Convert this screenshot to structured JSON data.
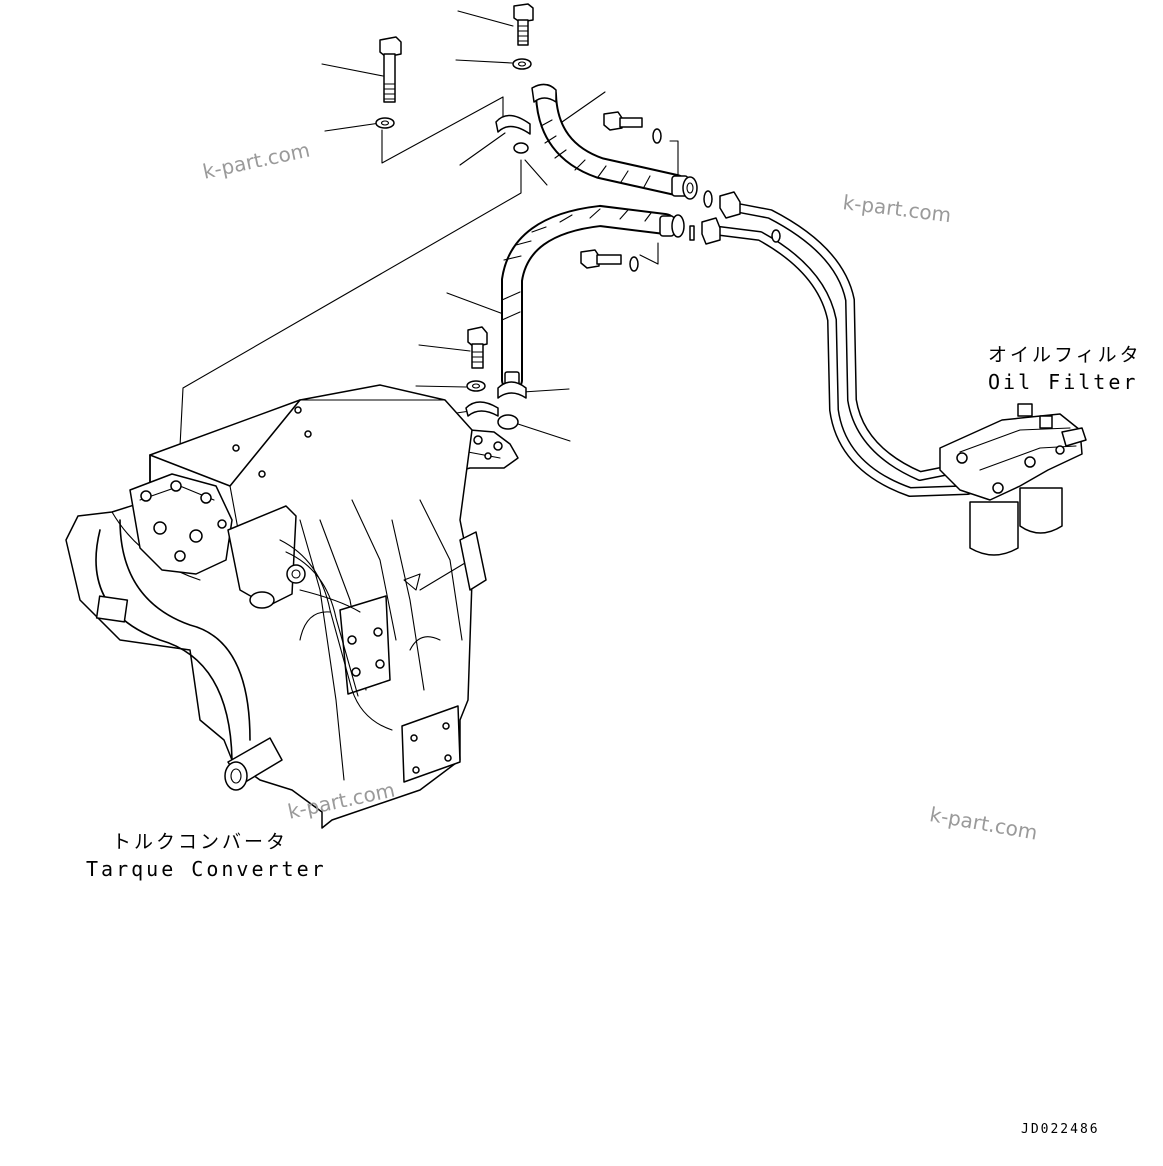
{
  "labels": {
    "oil_filter_jp": "オイルフィルタ",
    "oil_filter_en": "Oil Filter",
    "torque_converter_jp": "トルクコンバータ",
    "torque_converter_en": "Tarque Converter"
  },
  "watermark_text": "k-part.com",
  "drawing_number": "JD022486",
  "colors": {
    "line": "#000000",
    "background": "#ffffff",
    "watermark": "#9a9a9a"
  }
}
